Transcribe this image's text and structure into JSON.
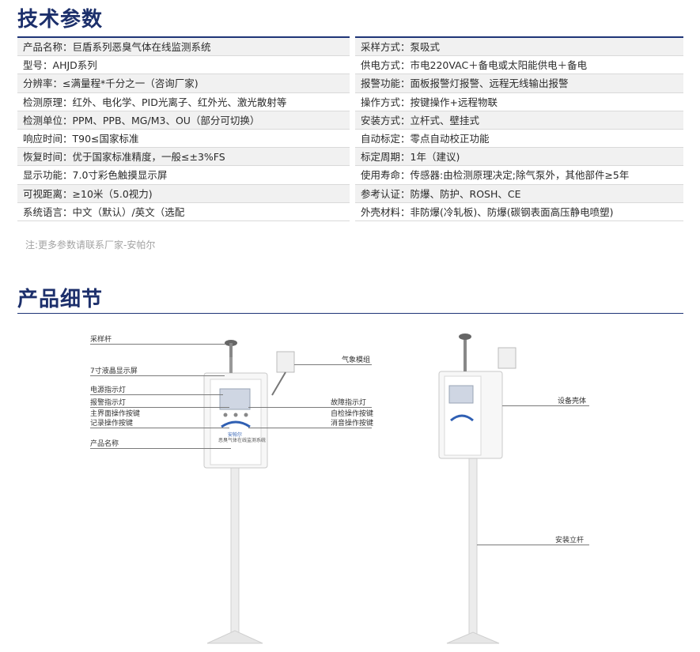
{
  "sections": {
    "spec_title": "技术参数",
    "detail_title": "产品细节"
  },
  "specs_left": [
    {
      "key": "产品名称：",
      "value": "巨盾系列恶臭气体在线监测系统"
    },
    {
      "key": "型号：",
      "value": "AHJD系列"
    },
    {
      "key": "分辨率：",
      "value": "≤满量程*千分之一（咨询厂家)"
    },
    {
      "key": "检测原理：",
      "value": "红外、电化学、PID光离子、红外光、激光散射等"
    },
    {
      "key": "检测单位：",
      "value": "PPM、PPB、MG/M3、OU（部分可切换）"
    },
    {
      "key": "响应时间：",
      "value": "T90≤国家标准"
    },
    {
      "key": "恢复时间：",
      "value": "优于国家标准精度，一般≤±3%FS"
    },
    {
      "key": "显示功能：",
      "value": "7.0寸彩色触摸显示屏"
    },
    {
      "key": "可视距离：",
      "value": "≥10米（5.0视力)"
    },
    {
      "key": "系统语言：",
      "value": "中文（默认）/英文（选配"
    }
  ],
  "specs_right": [
    {
      "key": "采样方式：",
      "value": "泵吸式"
    },
    {
      "key": "供电方式：",
      "value": "市电220VAC＋备电或太阳能供电＋备电"
    },
    {
      "key": "报警功能：",
      "value": "面板报警灯报警、远程无线输出报警"
    },
    {
      "key": "操作方式：",
      "value": "按键操作+远程物联"
    },
    {
      "key": "安装方式：",
      "value": "立杆式、壁挂式"
    },
    {
      "key": "自动标定：",
      "value": "零点自动校正功能"
    },
    {
      "key": "标定周期：",
      "value": "1年（建议)"
    },
    {
      "key": "使用寿命：",
      "value": "传感器:由检测原理决定;除气泵外，其他部件≥5年"
    },
    {
      "key": "参考认证：",
      "value": "防爆、防护、ROSH、CE"
    },
    {
      "key": "外壳材料：",
      "value": "非防爆(冷轧板)、防爆(碳钢表面高压静电喷塑)"
    }
  ],
  "note": "注:更多参数请联系厂家-安帕尔",
  "callouts_left": {
    "sampling_rod": "采样杆",
    "lcd": "7寸液晶显示屏",
    "power_led": "电源指示灯",
    "alarm_led": "报警指示灯",
    "main_key": "主界面操作按键",
    "record_key": "记录操作按键",
    "product_name": "产品名称"
  },
  "callouts_right": {
    "weather": "气象模组",
    "fault_led": "故障指示灯",
    "selfcheck_key": "自检操作按键",
    "mute_key": "消音操作按键"
  },
  "callouts_device2": {
    "housing": "设备壳体",
    "pole": "安装立杆"
  },
  "device_label": "恶臭气体在线监测系统",
  "brand": "安帕尔",
  "colors": {
    "accent": "#1c2f6b",
    "rule": "#1f3577",
    "row_alt": "#f1f1f1"
  }
}
